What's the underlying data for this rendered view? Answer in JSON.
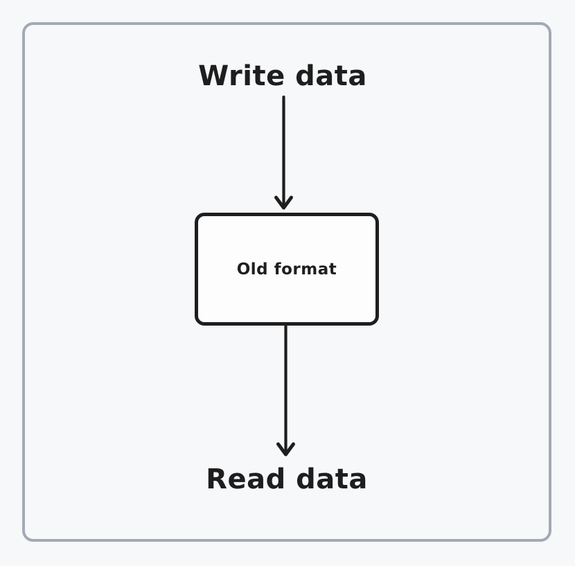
{
  "diagram": {
    "top_label": "Write data",
    "box_label": "Old format",
    "bottom_label": "Read data"
  },
  "colors": {
    "stroke": "#1e1e1e",
    "frame_border": "#a3aab5",
    "background": "#f7f8fa",
    "box_fill": "#fdfdfd"
  }
}
